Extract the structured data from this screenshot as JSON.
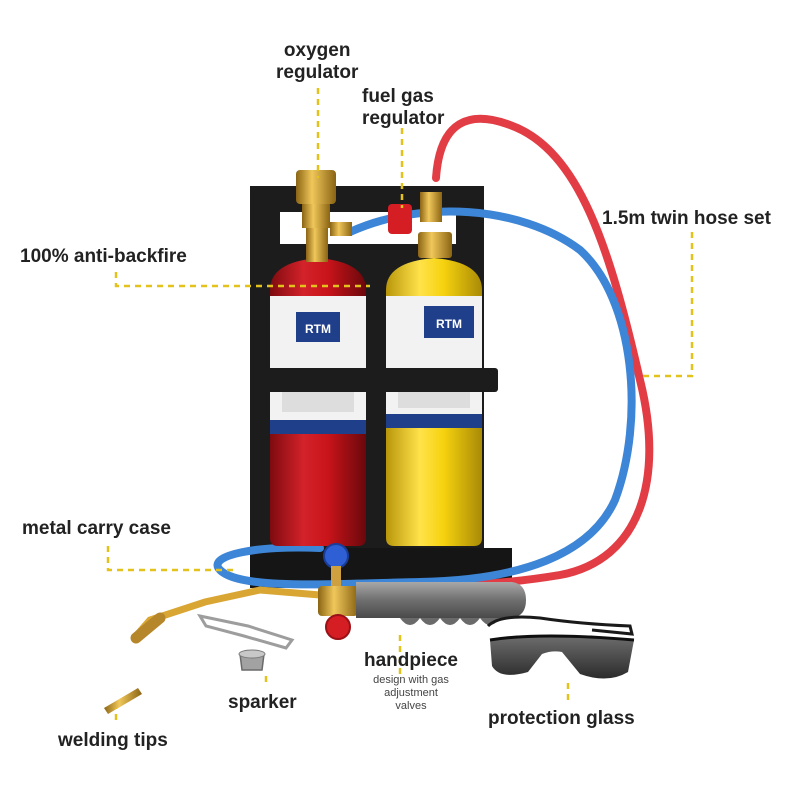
{
  "colors": {
    "leader": "#e3c21c",
    "red_cylinder": "#c8141a",
    "yellow_cylinder": "#f6d20e",
    "brass": "#d9a633",
    "red_hose": "#e23d45",
    "blue_hose": "#3d85d6",
    "case": "#1c1c1c",
    "handle": "#7a7a7a"
  },
  "brand": {
    "cylinder_logo": "RTM"
  },
  "labels": {
    "oxygen_regulator": [
      "oxygen",
      "regulator"
    ],
    "fuel_gas_regulator": [
      "fuel gas",
      "regulator"
    ],
    "anti_backfire": "100% anti-backfire",
    "twin_hose_set": "1.5m twin hose set",
    "metal_carry_case": "metal carry case",
    "handpiece": "handpiece",
    "handpiece_note": [
      "design with gas",
      "adjustment",
      "valves"
    ],
    "sparker": "sparker",
    "protection_glass": "protection glass",
    "welding_tips": "welding tips"
  }
}
